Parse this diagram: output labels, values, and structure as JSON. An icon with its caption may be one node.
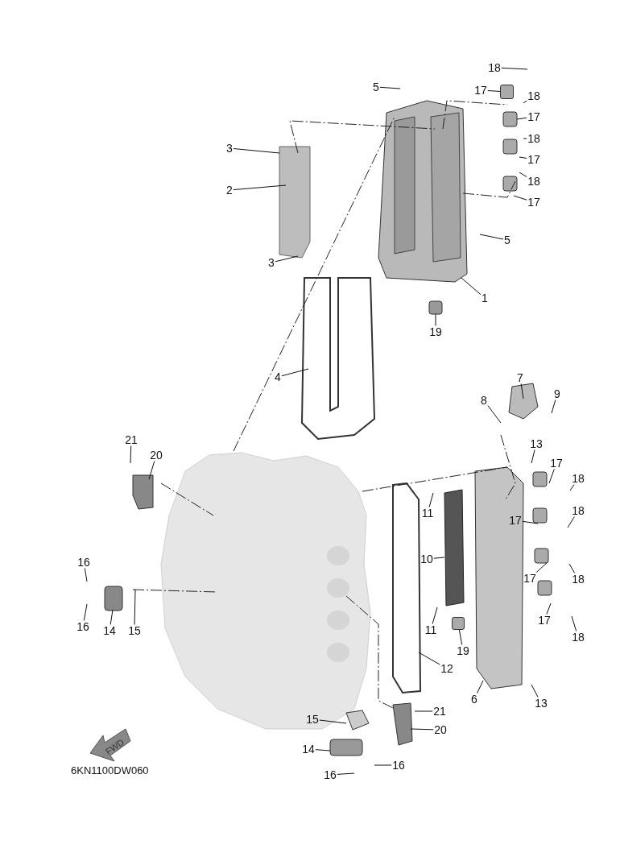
{
  "diagram": {
    "nodes": [
      {
        "text": [
          "5"
        ]
      },
      {
        "text": [
          "18"
        ]
      },
      {
        "text": [
          "17"
        ]
      },
      {
        "text": [
          "18"
        ]
      },
      {
        "text": [
          "17"
        ]
      },
      {
        "text": [
          "18"
        ]
      },
      {
        "text": [
          "17"
        ]
      },
      {
        "text": [
          "18"
        ]
      },
      {
        "text": [
          "17"
        ]
      },
      {
        "text": [
          "3"
        ]
      },
      {
        "text": [
          "2"
        ]
      },
      {
        "text": [
          "3"
        ]
      },
      {
        "text": [
          "5"
        ]
      },
      {
        "text": [
          "1"
        ]
      },
      {
        "text": [
          "19"
        ]
      },
      {
        "text": [
          "4"
        ]
      },
      {
        "text": [
          "7"
        ]
      },
      {
        "text": [
          "8"
        ]
      },
      {
        "text": [
          "9"
        ]
      },
      {
        "text": [
          "21"
        ]
      },
      {
        "text": [
          "20"
        ]
      },
      {
        "text": [
          "13"
        ]
      },
      {
        "text": [
          "17"
        ]
      },
      {
        "text": [
          "18"
        ]
      },
      {
        "text": [
          "11"
        ]
      },
      {
        "text": [
          "17"
        ]
      },
      {
        "text": [
          "18"
        ]
      },
      {
        "text": [
          "10"
        ]
      },
      {
        "text": [
          "16"
        ]
      },
      {
        "text": [
          "17"
        ]
      },
      {
        "text": [
          "18"
        ]
      },
      {
        "text": [
          "16"
        ]
      },
      {
        "text": [
          "14"
        ]
      },
      {
        "text": [
          "15"
        ]
      },
      {
        "text": [
          "11"
        ]
      },
      {
        "text": [
          "19"
        ]
      },
      {
        "text": [
          "17"
        ]
      },
      {
        "text": [
          "18"
        ]
      },
      {
        "text": [
          "12"
        ]
      },
      {
        "text": [
          "6"
        ]
      },
      {
        "text": [
          "13"
        ]
      },
      {
        "text": [
          "21"
        ]
      },
      {
        "text": [
          "20"
        ]
      },
      {
        "text": [
          "15"
        ]
      },
      {
        "text": [
          "14"
        ]
      },
      {
        "text": [
          "16"
        ]
      },
      {
        "text": [
          "16"
        ]
      },
      {
        "text": [],
        "shape": "box"
      },
      {
        "text": [],
        "shape": "box"
      }
    ],
    "edges": [
      {
        "from": 0,
        "to": null,
        "arrow": "none"
      },
      {
        "from": 1,
        "to": null,
        "arrow": "none"
      },
      {
        "from": 2,
        "to": 47,
        "arrow": "none"
      },
      {
        "from": 3,
        "to": null,
        "arrow": "none"
      },
      {
        "from": 4,
        "to": null,
        "arrow": "none"
      },
      {
        "from": 5,
        "to": null,
        "arrow": "none"
      },
      {
        "from": 6,
        "to": null,
        "arrow": "none"
      },
      {
        "from": 7,
        "to": null,
        "arrow": "none"
      },
      {
        "from": 8,
        "to": null,
        "arrow": "none"
      },
      {
        "from": 9,
        "to": null,
        "arrow": "none"
      },
      {
        "from": 10,
        "to": null,
        "arrow": "none"
      },
      {
        "from": 11,
        "to": null,
        "arrow": "none"
      },
      {
        "from": 12,
        "to": null,
        "arrow": "none"
      },
      {
        "from": 13,
        "to": null,
        "arrow": "none"
      },
      {
        "from": 14,
        "to": null,
        "arrow": "none"
      },
      {
        "from": 15,
        "to": null,
        "arrow": "none"
      },
      {
        "from": 16,
        "to": null,
        "arrow": "none"
      },
      {
        "from": 17,
        "to": null,
        "arrow": "none"
      },
      {
        "from": 18,
        "to": null,
        "arrow": "none"
      },
      {
        "from": 19,
        "to": null,
        "arrow": "none"
      },
      {
        "from": 20,
        "to": null,
        "arrow": "none"
      },
      {
        "from": 21,
        "to": null,
        "arrow": "none"
      },
      {
        "from": 22,
        "to": null,
        "arrow": "none"
      },
      {
        "from": 23,
        "to": null,
        "arrow": "none"
      },
      {
        "from": 24,
        "to": null,
        "arrow": "none"
      },
      {
        "from": 25,
        "to": null,
        "arrow": "none"
      },
      {
        "from": 26,
        "to": null,
        "arrow": "none"
      },
      {
        "from": 27,
        "to": null,
        "arrow": "none"
      },
      {
        "from": 28,
        "to": null,
        "arrow": "none"
      },
      {
        "from": 29,
        "to": null,
        "arrow": "none"
      },
      {
        "from": 30,
        "to": null,
        "arrow": "none"
      },
      {
        "from": 31,
        "to": null,
        "arrow": "none"
      },
      {
        "from": 32,
        "to": null,
        "arrow": "none"
      },
      {
        "from": 33,
        "to": null,
        "arrow": "none"
      },
      {
        "from": 34,
        "to": null,
        "arrow": "none"
      },
      {
        "from": 35,
        "to": 48,
        "arrow": "none"
      },
      {
        "from": 36,
        "to": null,
        "arrow": "none"
      },
      {
        "from": 37,
        "to": null,
        "arrow": "none"
      },
      {
        "from": 38,
        "to": null,
        "arrow": "none"
      },
      {
        "from": 39,
        "to": null,
        "arrow": "none"
      },
      {
        "from": 40,
        "to": null,
        "arrow": "none"
      },
      {
        "from": 41,
        "to": null,
        "arrow": "none"
      },
      {
        "from": 42,
        "to": null,
        "arrow": "none"
      },
      {
        "from": 43,
        "to": null,
        "arrow": "none"
      },
      {
        "from": 44,
        "to": null,
        "arrow": "none"
      },
      {
        "from": 45,
        "to": null,
        "arrow": "none"
      },
      {
        "from": 46,
        "to": null,
        "arrow": "none"
      }
    ],
    "labels": [
      "FWD",
      "6KN1100DW060"
    ]
  }
}
